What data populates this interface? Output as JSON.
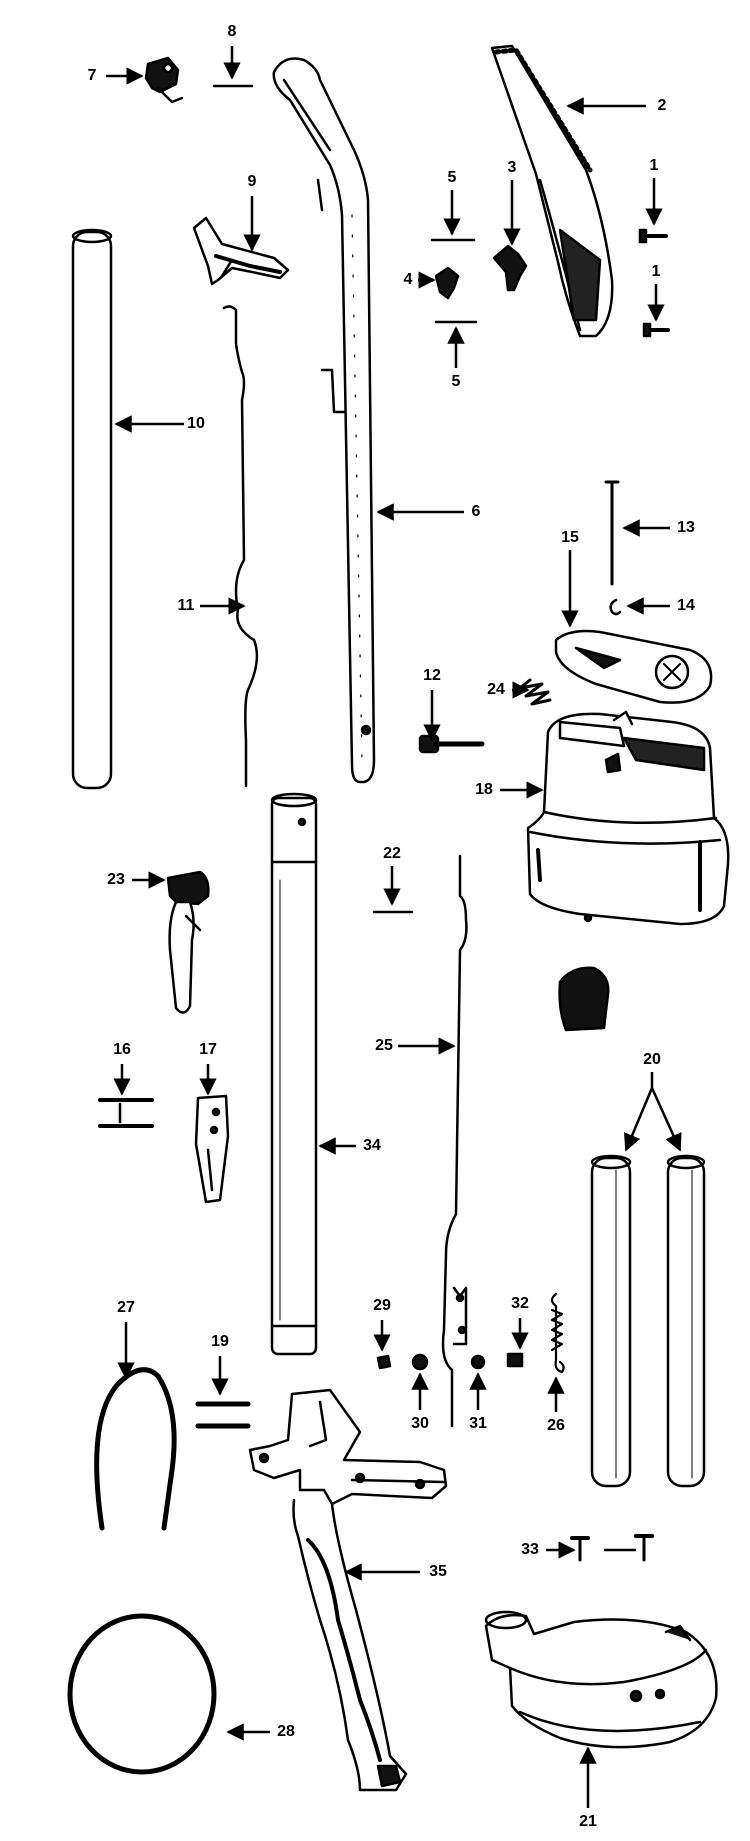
{
  "diagram": {
    "callouts": {
      "c1a": "1",
      "c1b": "1",
      "c2": "2",
      "c3": "3",
      "c4": "4",
      "c5a": "5",
      "c5b": "5",
      "c6": "6",
      "c7": "7",
      "c8": "8",
      "c9": "9",
      "c10": "10",
      "c11": "11",
      "c12": "12",
      "c13": "13",
      "c14": "14",
      "c15": "15",
      "c16": "16",
      "c17": "17",
      "c18": "18",
      "c19": "19",
      "c20": "20",
      "c21": "21",
      "c22": "22",
      "c23": "23",
      "c24": "24",
      "c25": "25",
      "c26": "26",
      "c27": "27",
      "c28": "28",
      "c29": "29",
      "c30": "30",
      "c31": "31",
      "c32": "32",
      "c33": "33",
      "c34": "34",
      "c35": "35"
    }
  }
}
